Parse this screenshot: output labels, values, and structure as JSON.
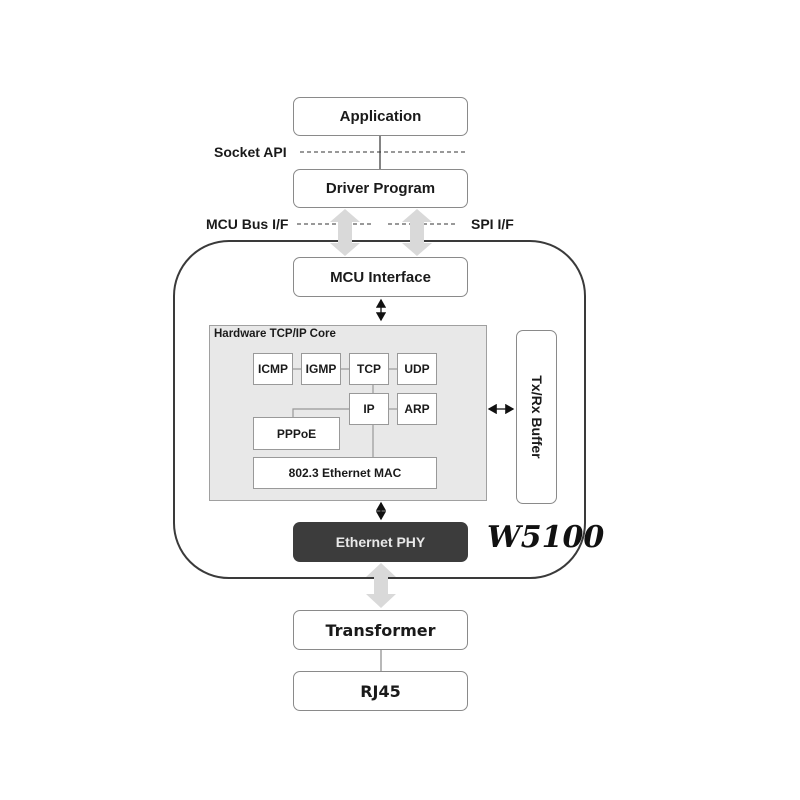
{
  "diagram": {
    "top_boxes": {
      "application": "Application",
      "driver_program": "Driver Program"
    },
    "interface_labels": {
      "socket_api": "Socket API",
      "mcu_bus": "MCU Bus I/F",
      "spi": "SPI I/F"
    },
    "chip": {
      "name": "W5100",
      "mcu_interface": "MCU Interface",
      "core": {
        "title": "Hardware TCP/IP Core",
        "protocols": [
          "ICMP",
          "IGMP",
          "TCP",
          "UDP"
        ],
        "ip": "IP",
        "arp": "ARP",
        "pppoe": "PPPoE",
        "mac": "802.3 Ethernet MAC"
      },
      "buffer": "Tx/Rx Buffer",
      "phy": "Ethernet PHY"
    },
    "bottom_boxes": {
      "transformer": "Transformer",
      "rj45": "RJ45"
    },
    "colors": {
      "phy_fill": "#3c3c3c",
      "core_fill": "#e8e8e8",
      "wide_arrow": "#d9d9d9"
    }
  }
}
